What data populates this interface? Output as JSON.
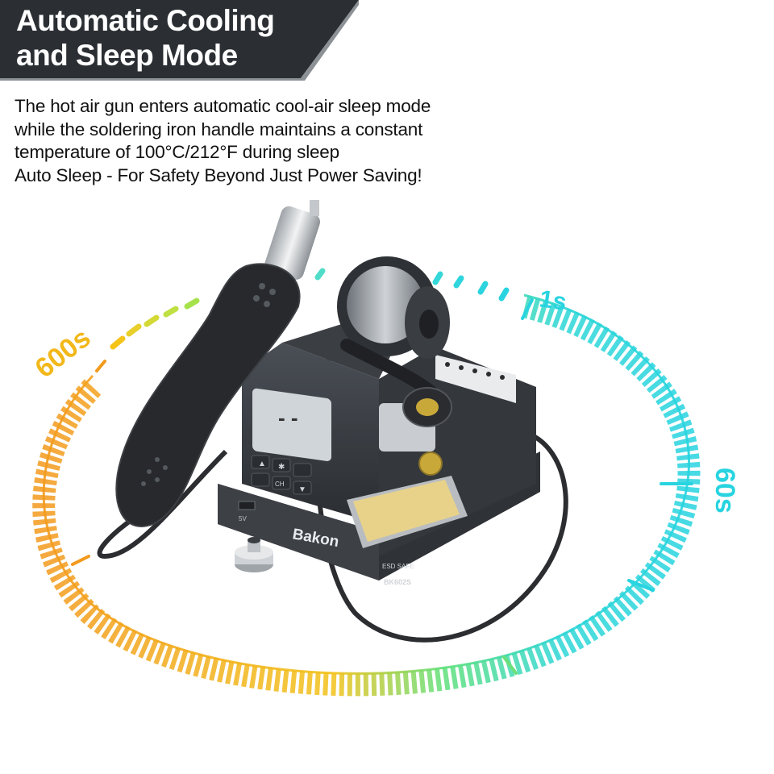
{
  "banner": {
    "title_line1": "Automatic Cooling",
    "title_line2": "and Sleep Mode",
    "bg_color": "#2b2f33",
    "accent_color": "#8c9196"
  },
  "description": {
    "line1": "The hot air gun enters automatic cool-air sleep mode",
    "line2": "while the soldering iron handle maintains a constant",
    "line3": "temperature of 100°C/212°F during sleep",
    "line4": "Auto Sleep - For Safety Beyond Just Power Saving!"
  },
  "dial": {
    "label_1s": "1s",
    "label_60s": "60s",
    "label_600s": "600s",
    "cyan_color": "#25d3dc",
    "orange_color": "#f29a1c",
    "green_color": "#5ee07a",
    "yellow_color": "#f1c41a"
  },
  "product": {
    "brand": "Bakon",
    "model": "BK602S",
    "esd_label": "ESD SAFE",
    "display_text": "- -",
    "keys": [
      "▲",
      "✱",
      "CH",
      "▼"
    ],
    "usb_label": "5V"
  }
}
